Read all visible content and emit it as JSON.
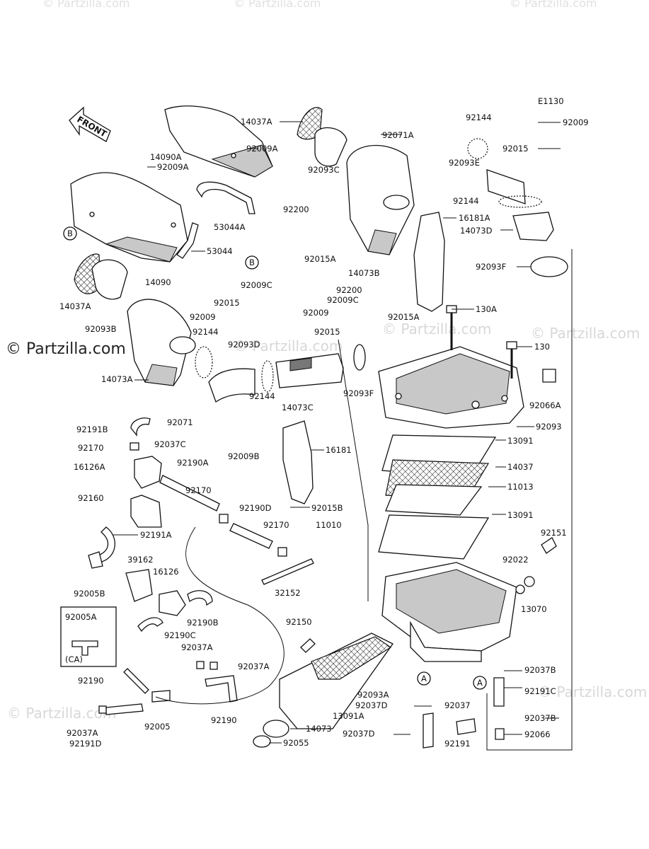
{
  "watermark": {
    "brand": "© Partzilla.com",
    "top_brand": "© Partzilla.com"
  },
  "diagram": {
    "code": "E1130",
    "front_label": "FRONT",
    "ca_box": {
      "label": "92005A",
      "note": "(CA)"
    }
  },
  "callouts": [
    "92009",
    "92015",
    "92144",
    "92071A",
    "14037A",
    "92009A",
    "14090A",
    "92009A",
    "92093C",
    "92093E",
    "92144",
    "16181A",
    "14073D",
    "53044A",
    "92200",
    "53044",
    "92015A",
    "14073B",
    "92093F",
    "14090",
    "92009C",
    "92015",
    "14037A",
    "92009",
    "92093B",
    "92200",
    "92009C",
    "92015A",
    "92009",
    "130A",
    "92144",
    "92015",
    "92093D",
    "130",
    "14073A",
    "92093F",
    "14073C",
    "92144",
    "92071",
    "92066A",
    "92191B",
    "92093",
    "92170",
    "92037C",
    "92009B",
    "16181",
    "16126A",
    "92190A",
    "13091",
    "14037",
    "11013",
    "92170",
    "92160",
    "92190D",
    "92015B",
    "92191A",
    "92170",
    "11010",
    "13091",
    "92151",
    "39162",
    "16126",
    "92022",
    "92005B",
    "32152",
    "13070",
    "92190B",
    "92190C",
    "92150",
    "92037A",
    "92037A",
    "92037B",
    "92190",
    "92093A",
    "92191C",
    "92037D",
    "92037",
    "92005",
    "92190",
    "13091A",
    "92037B",
    "92037A",
    "14073",
    "92191D",
    "92037D",
    "92066",
    "92055",
    "92191",
    "A",
    "A",
    "B",
    "B"
  ]
}
